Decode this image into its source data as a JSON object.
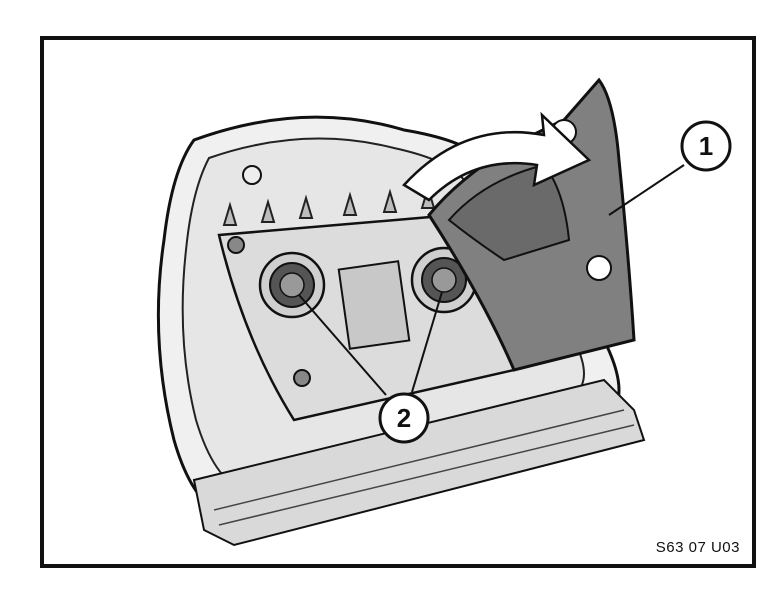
{
  "diagram": {
    "callouts": [
      {
        "id": "1",
        "label": "1",
        "target": "cover"
      },
      {
        "id": "2",
        "label": "2",
        "target": "bulb-sockets"
      }
    ],
    "figure_code": "S63 07 U03",
    "colors": {
      "frame": "#111111",
      "cover": "#808080",
      "housing": "#f2f2f2",
      "lines": "#111111"
    }
  }
}
